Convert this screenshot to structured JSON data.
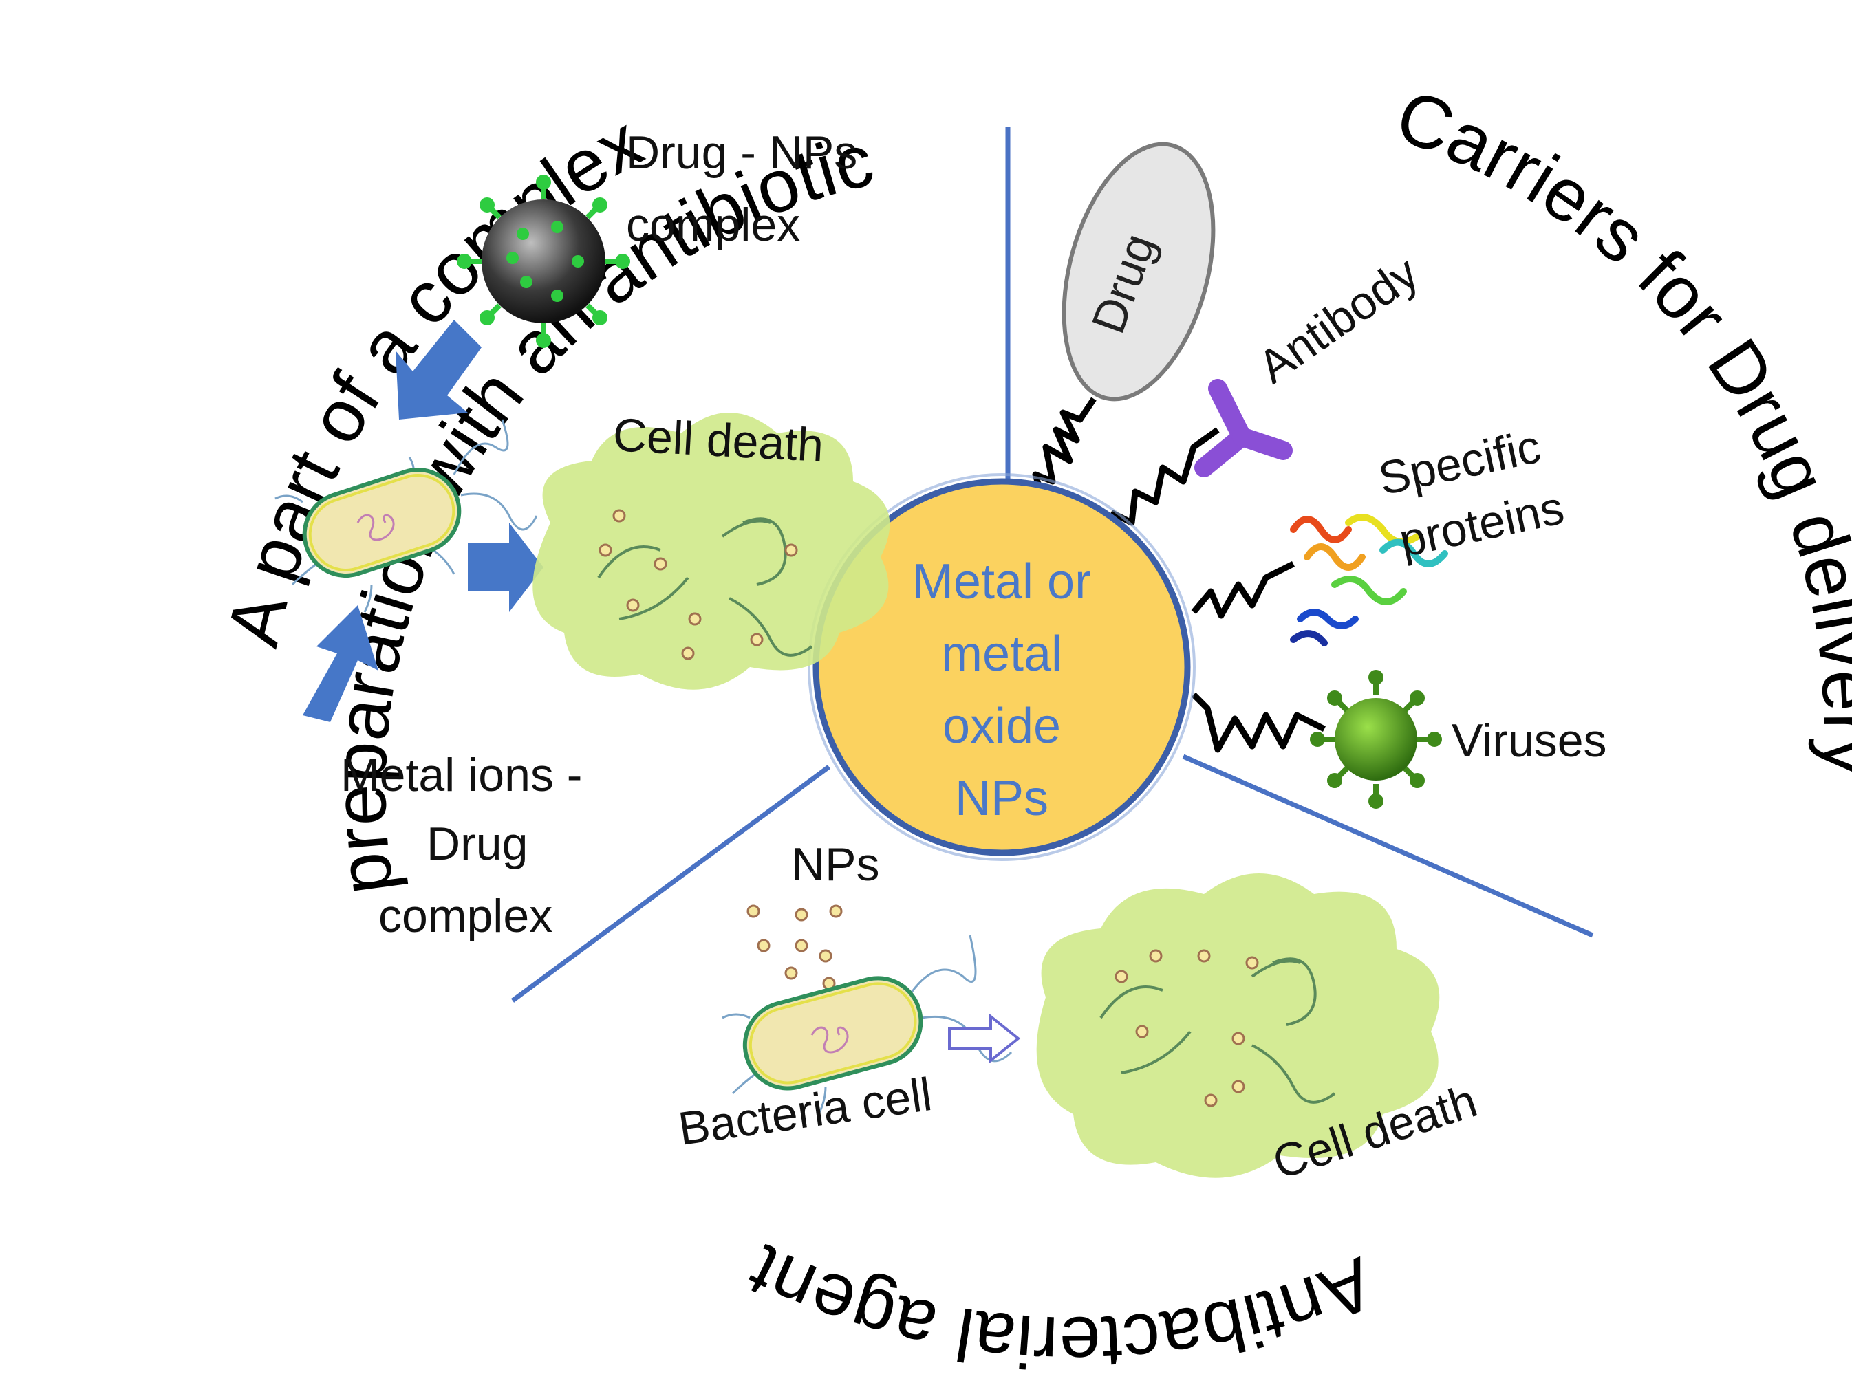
{
  "sections": {
    "left_title_line1": "A part of a complex",
    "left_title_line2": "preparation with an antibiotic",
    "right_title": "Carriers for Drug delivery",
    "bottom_title": "Antibacterial agent"
  },
  "center": {
    "lines": [
      "Metal or",
      "metal",
      "oxide",
      "NPs"
    ]
  },
  "left": {
    "drug_nps_line1": "Drug - NPs",
    "drug_nps_line2": "complex",
    "cell_death": "Cell death",
    "metal_ions_line1": "Metal ions -",
    "metal_ions_line2": "Drug",
    "metal_ions_line3": "complex"
  },
  "right": {
    "drug": "Drug",
    "antibody": "Antibody",
    "specific_line1": "Specific",
    "specific_line2": "proteins",
    "viruses": "Viruses"
  },
  "bottom": {
    "nps": "NPs",
    "bacteria_cell": "Bacteria cell",
    "cell_death": "Cell death"
  },
  "colors": {
    "divider": "#4a72c4",
    "center_fill": "#fbd25f",
    "center_stroke": "#3c5fa8",
    "arrow": "#4677c8",
    "cell_green": "#cfe98a",
    "antibody": "#8a4fd6",
    "virus": "#3f8a1a"
  },
  "icons": [
    "nanoparticle-complex-icon",
    "bacteria-cell-icon",
    "dead-cell-cloud-icon",
    "antibody-icon",
    "protein-ribbon-icon",
    "virus-icon",
    "drug-ellipse-icon"
  ]
}
